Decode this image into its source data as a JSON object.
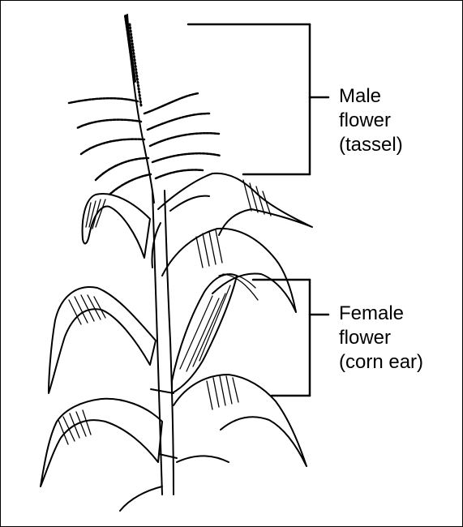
{
  "labels": {
    "male": [
      "Male",
      "flower",
      "(tassel)"
    ],
    "female": [
      "Female",
      "flower",
      "(corn ear)"
    ]
  },
  "colors": {
    "ink": "#000000",
    "paper": "#ffffff"
  }
}
